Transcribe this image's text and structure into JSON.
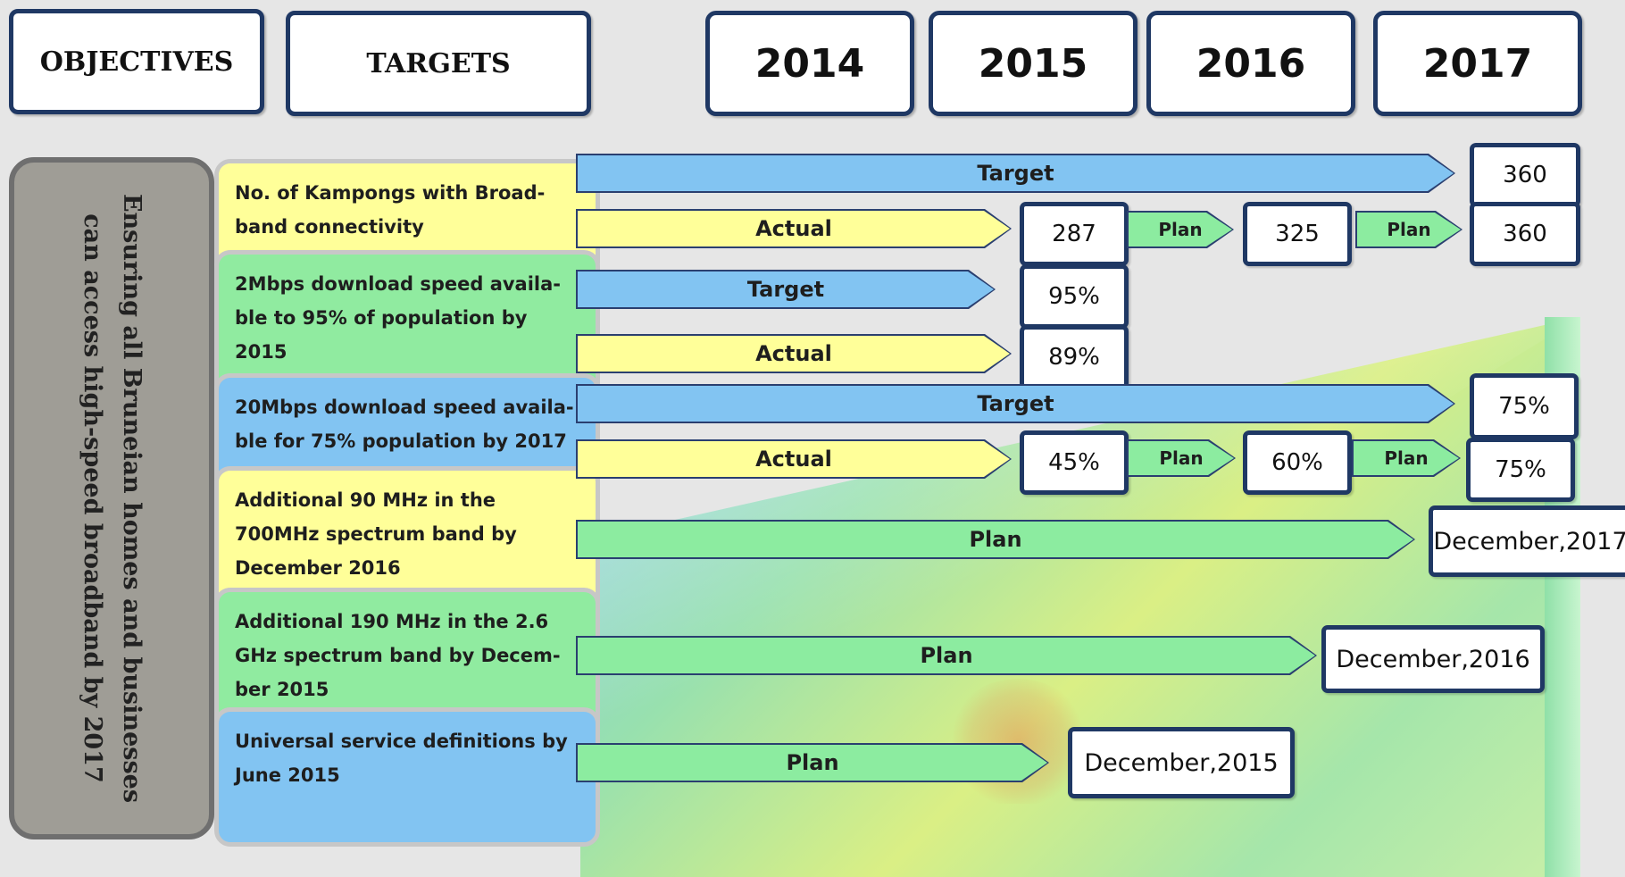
{
  "header": {
    "objectives": "OBJECTIVES",
    "targets": "TARGETS",
    "years": [
      "2014",
      "2015",
      "2016",
      "2017"
    ]
  },
  "objective": {
    "line1": "Ensuring all Bruneian homes and businesses",
    "line2": "can access high-speed broadband by 2017"
  },
  "targets": [
    {
      "lines": [
        "No. of Kampongs with Broad-",
        "band connectivity"
      ],
      "color": "#ffff99"
    },
    {
      "lines": [
        "2Mbps download speed availa-",
        "ble to 95% of population by",
        "2015"
      ],
      "color": "#90eba0"
    },
    {
      "lines": [
        "20Mbps download speed availa-",
        "ble for 75% population by 2017"
      ],
      "color": "#82c4f2"
    },
    {
      "lines": [
        "Additional 90 MHz in the",
        "700MHz spectrum band by",
        "December 2016"
      ],
      "color": "#ffff99"
    },
    {
      "lines": [
        "Additional 190 MHz in the 2.6",
        "GHz  spectrum band by Decem-",
        "ber 2015"
      ],
      "color": "#90eba0"
    },
    {
      "lines": [
        "Universal service definitions by",
        "June 2015"
      ],
      "color": "#82c4f2"
    }
  ],
  "rows": {
    "kampongs": {
      "target_label": "Target",
      "target_value": "360",
      "actual_label": "Actual",
      "actual_value": "287",
      "plan1_label": "Plan",
      "plan1_value": "325",
      "plan2_label": "Plan",
      "plan2_value": "360"
    },
    "mbps2": {
      "target_label": "Target",
      "target_value": "95%",
      "actual_label": "Actual",
      "actual_value": "89%"
    },
    "mbps20": {
      "target_label": "Target",
      "target_value": "75%",
      "actual_label": "Actual",
      "actual_value": "45%",
      "plan1_label": "Plan",
      "plan1_value": "60%",
      "plan2_label": "Plan",
      "plan2_value": "75%"
    },
    "mhz700": {
      "plan_label": "Plan",
      "date": "December,2017"
    },
    "ghz26": {
      "plan_label": "Plan",
      "date": "December,2016"
    },
    "usd": {
      "plan_label": "Plan",
      "date": "December,2015"
    }
  },
  "colors": {
    "border_navy": "#1f3864",
    "target_blue": "#82c4f2",
    "actual_yellow": "#ffff99",
    "plan_green": "#8ceca0",
    "objective_gray": "#9f9d96"
  }
}
